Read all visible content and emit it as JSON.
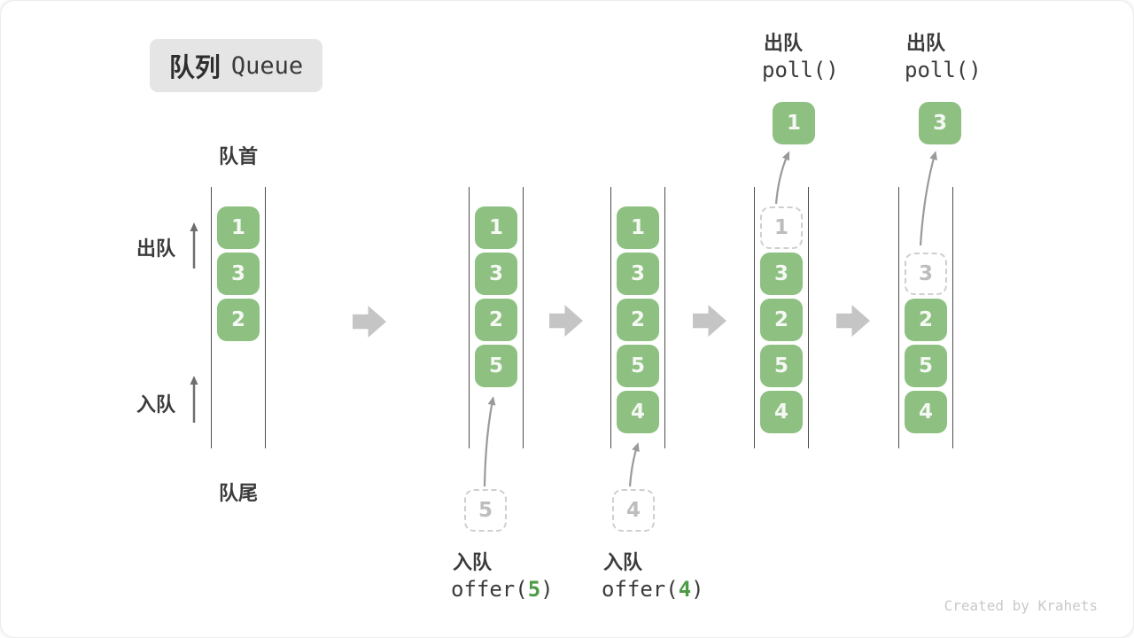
{
  "title": {
    "zh": "队列",
    "en": "Queue"
  },
  "labels": {
    "front": "队首",
    "rear": "队尾",
    "dequeue": "出队",
    "enqueue": "入队"
  },
  "watermark": "Created by Krahets",
  "colors": {
    "block_green": "#8dc081",
    "code_number_green": "#4e9b47",
    "step_arrow_gray": "#c5c5c5",
    "dashed_gray": "#cfcfcf"
  },
  "queues": {
    "q1": {
      "blocks": [
        "1",
        "3",
        "2"
      ]
    },
    "q2": {
      "blocks": [
        "1",
        "3",
        "2",
        "5"
      ]
    },
    "q3": {
      "blocks": [
        "1",
        "3",
        "2",
        "5",
        "4"
      ]
    },
    "q4": {
      "removed": "1",
      "blocks": [
        "3",
        "2",
        "5",
        "4"
      ],
      "polled": "1"
    },
    "q5": {
      "removed": "3",
      "blocks": [
        "2",
        "5",
        "4"
      ],
      "polled": "3"
    }
  },
  "operations": {
    "offer5": {
      "label": "入队",
      "fn": "offer(",
      "arg": "5",
      "close": ")",
      "pending": "5"
    },
    "offer4": {
      "label": "入队",
      "fn": "offer(",
      "arg": "4",
      "close": ")",
      "pending": "4"
    },
    "poll1": {
      "label": "出队",
      "code": "poll()"
    },
    "poll2": {
      "label": "出队",
      "code": "poll()"
    }
  }
}
